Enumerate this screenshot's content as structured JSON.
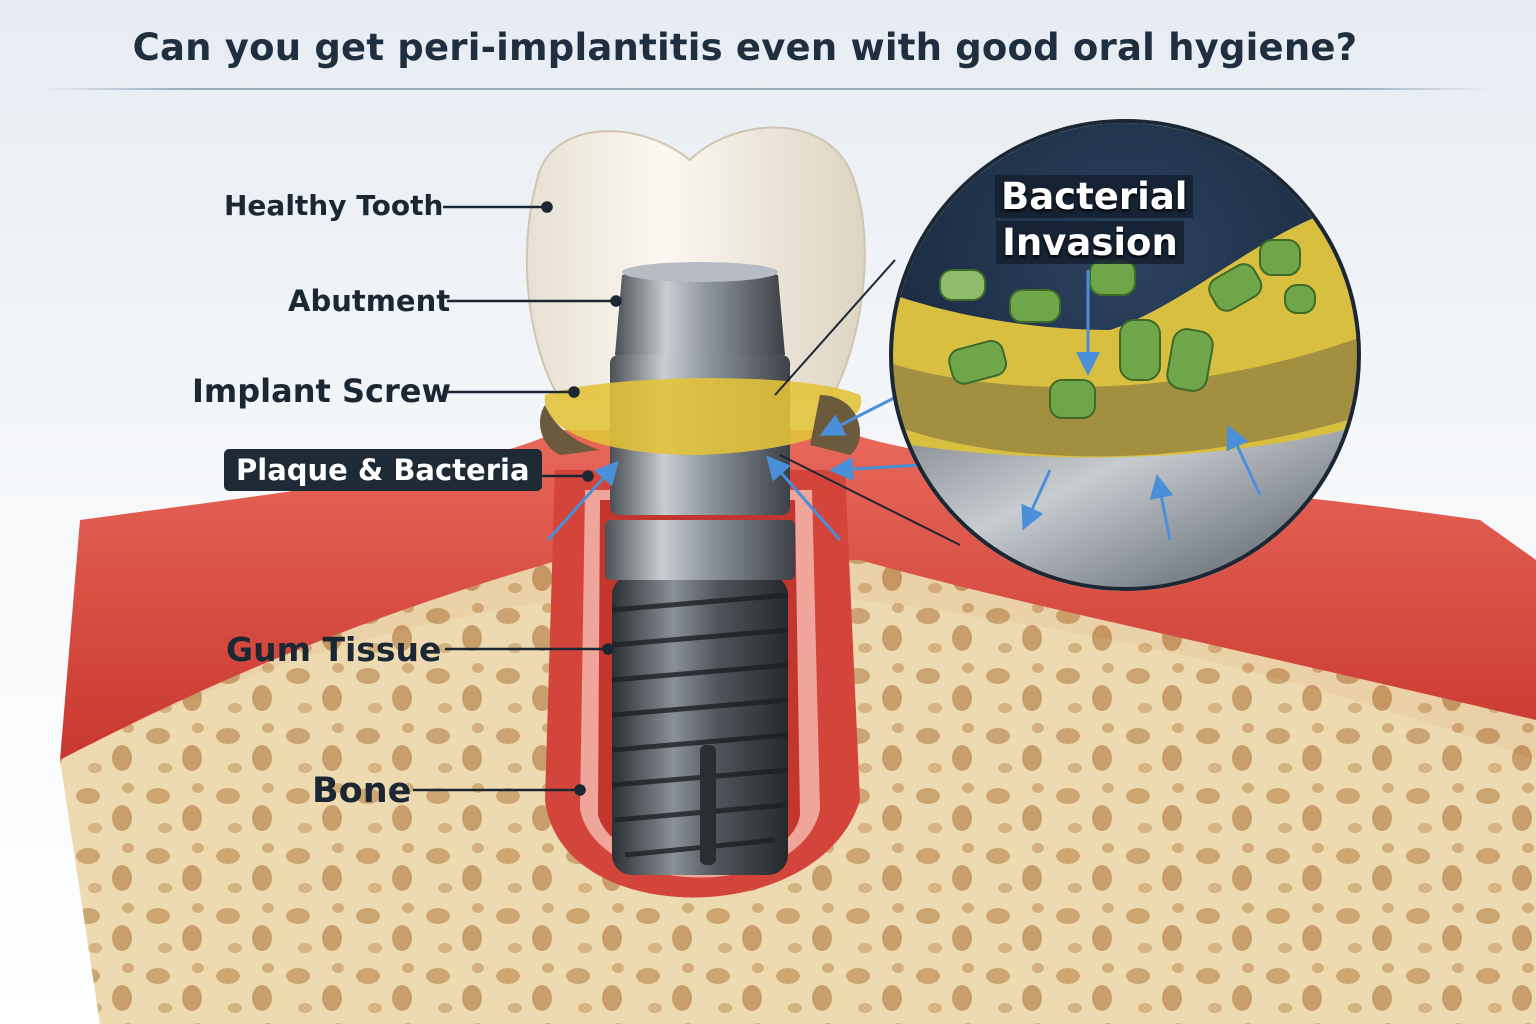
{
  "title": "Can you get peri-implantitis even with good oral hygiene?",
  "labels": {
    "healthy_tooth": "Healthy Tooth",
    "abutment": "Abutment",
    "implant_screw": "Implant Screw",
    "plaque_bacteria": "Plaque & Bacteria",
    "gum_tissue": "Gum Tissue",
    "bone": "Bone"
  },
  "magnifier": {
    "title_line1": "Bacterial",
    "title_line2": "Invasion"
  },
  "colors": {
    "gum": "#d9453a",
    "bone": "#ecd9b0",
    "plaque": "#e2c23a",
    "bacteria": "#6fa64a",
    "magnifier_bg": "#1c2f47",
    "arrow": "#4a90d9"
  }
}
